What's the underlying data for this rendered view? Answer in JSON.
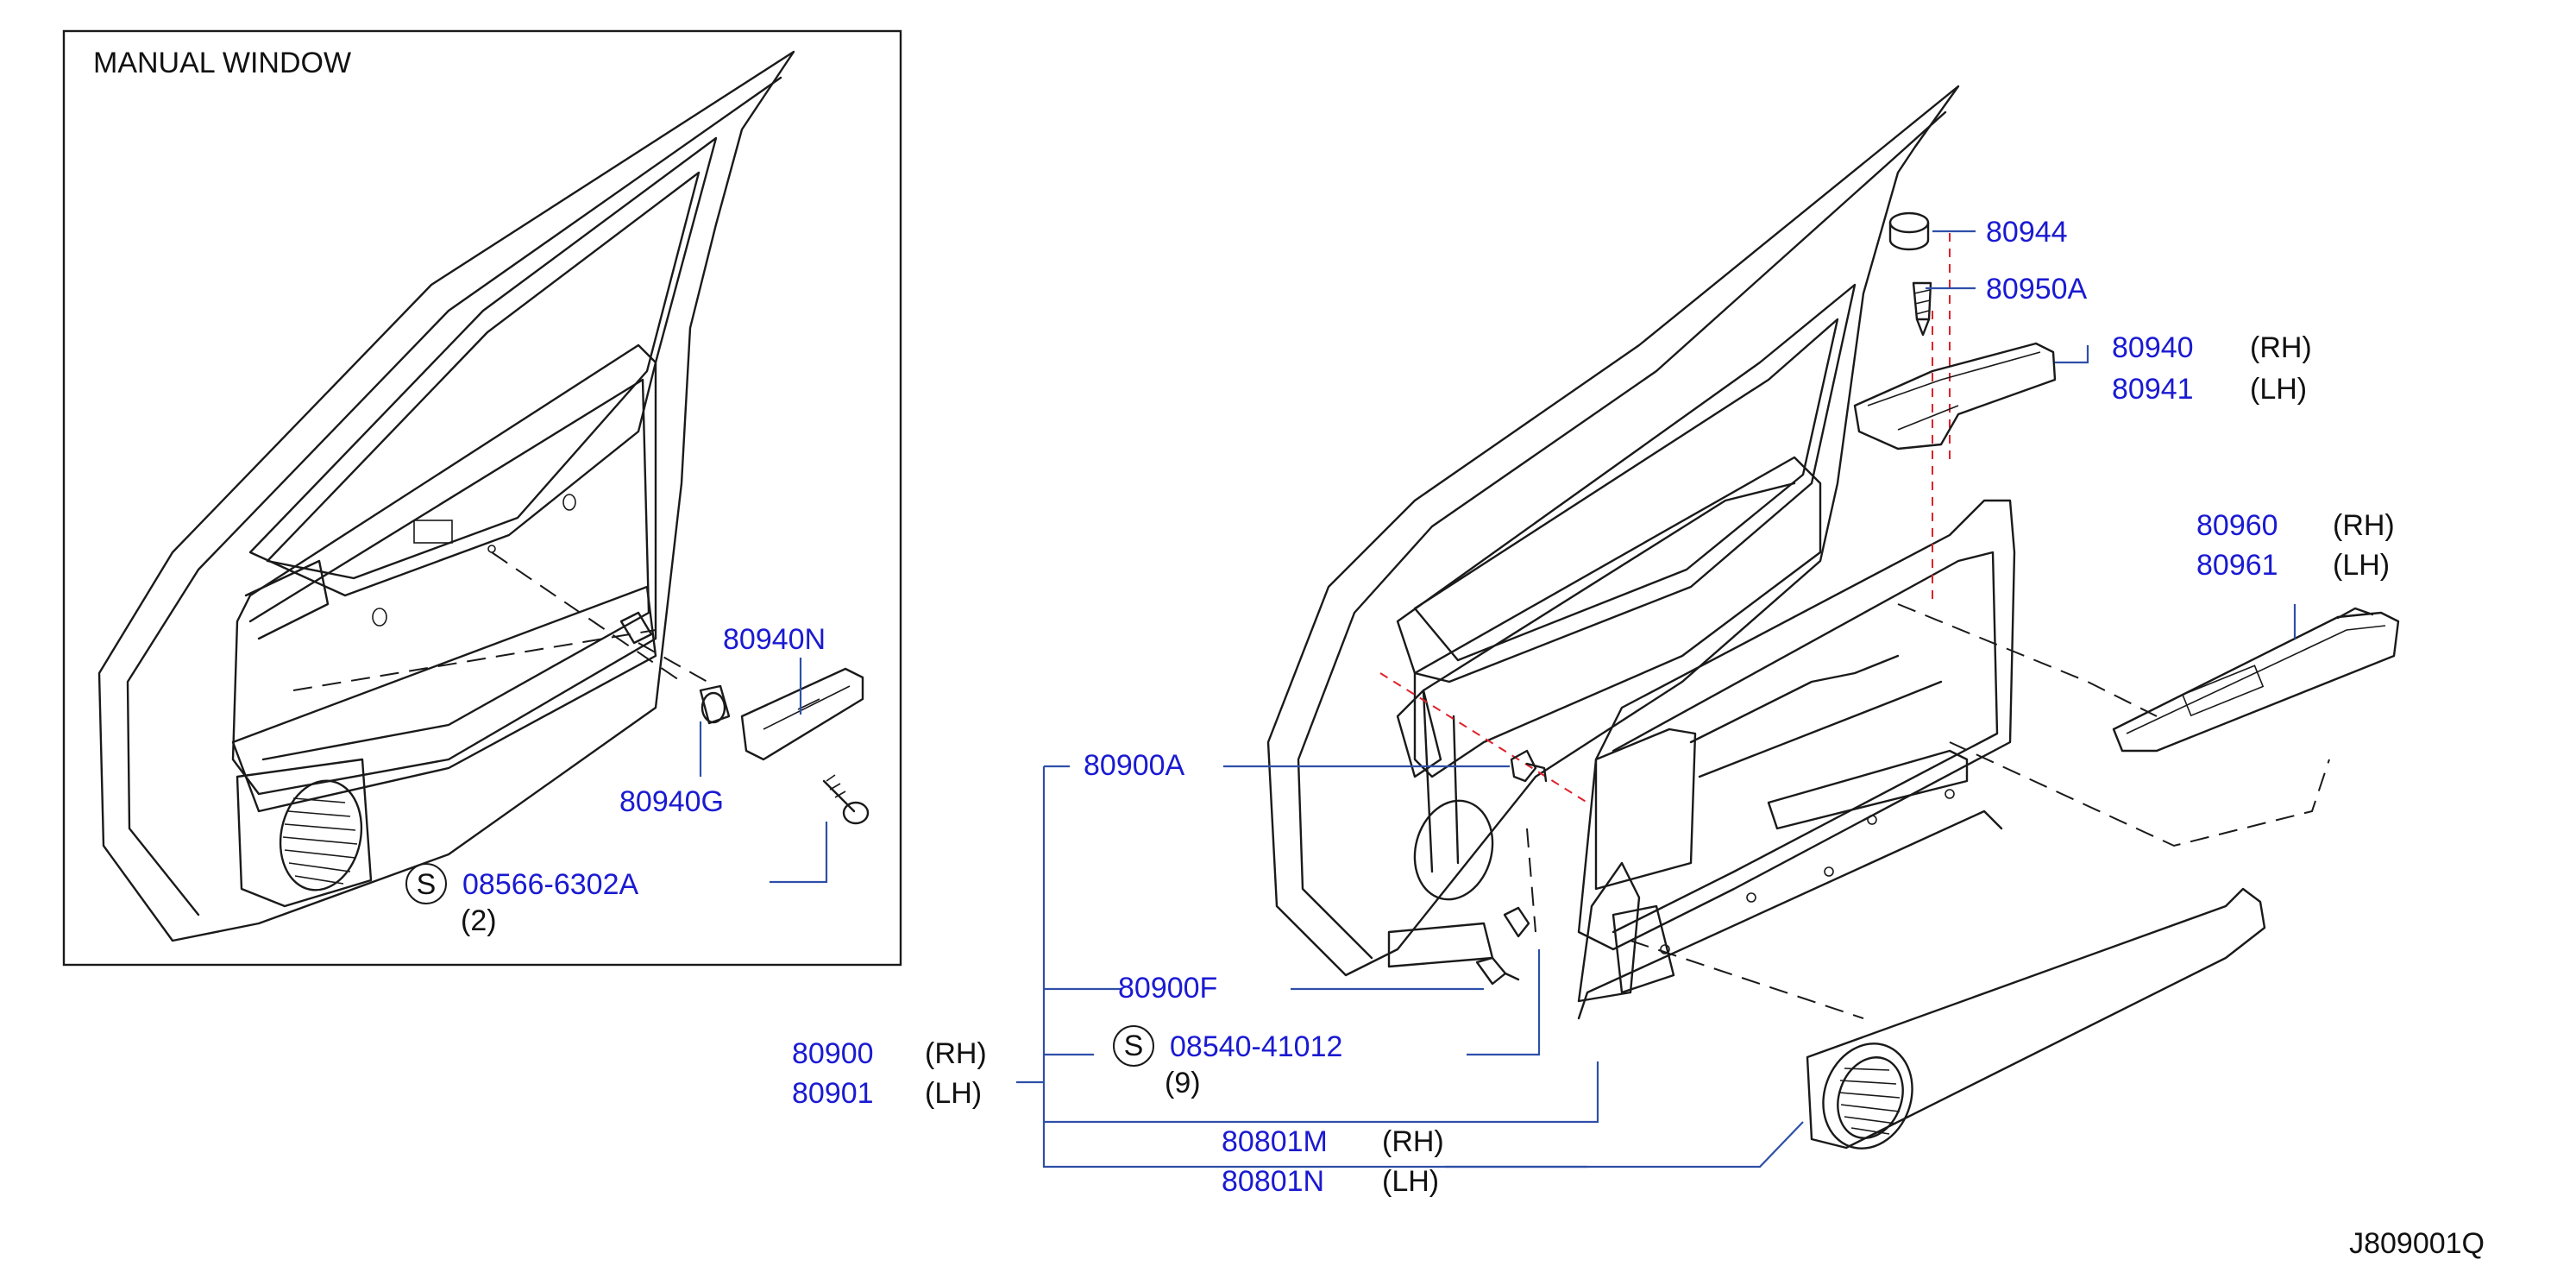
{
  "diagram": {
    "inset_title": "MANUAL   WINDOW",
    "drawing_id": "J809001Q",
    "colors": {
      "part_number": "#1a1ad2",
      "leader": "#2e4fa8",
      "outline": "#1a1a1a",
      "hidden_line": "#e0202a"
    },
    "inset_labels": {
      "p80940N": "80940N",
      "p80940G": "80940G",
      "screw_symbol": "S",
      "screw_part": "08566-6302A",
      "screw_qty": "(2)"
    },
    "labels": {
      "p80944": "80944",
      "p80950A": "80950A",
      "p80940": "80940",
      "p80940_side": "(RH)",
      "p80941": "80941",
      "p80941_side": "(LH)",
      "p80960": "80960",
      "p80960_side": "(RH)",
      "p80961": "80961",
      "p80961_side": "(LH)",
      "p80900A": "80900A",
      "p80900F": "80900F",
      "screw_symbol": "S",
      "screw_part": "08540-41012",
      "screw_qty": "(9)",
      "p80900": "80900",
      "p80900_side": "(RH)",
      "p80901": "80901",
      "p80901_side": "(LH)",
      "p80801M": "80801M",
      "p80801M_side": "(RH)",
      "p80801N": "80801N",
      "p80801N_side": "(LH)"
    }
  }
}
